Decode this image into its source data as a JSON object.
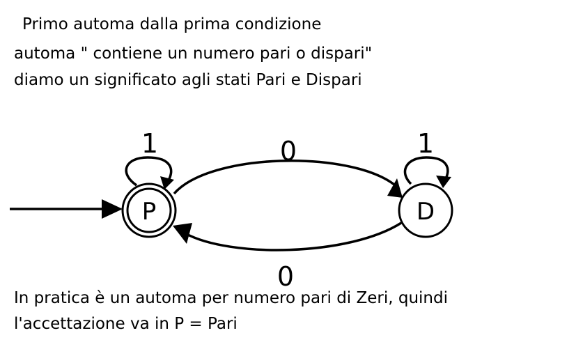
{
  "text": {
    "title": "Primo automa dalla prima condizione",
    "line1": "automa \" contiene un numero pari o dispari\"",
    "line2": "diamo un significato agli stati  Pari e Dispari",
    "footer_line1": "In pratica è un automa per numero pari di Zeri, quindi",
    "footer_line2": "l'accettazione va in P = Pari"
  },
  "automaton": {
    "states": [
      {
        "id": "P",
        "label": "P",
        "accepting": true,
        "initial": true
      },
      {
        "id": "D",
        "label": "D",
        "accepting": false,
        "initial": false
      }
    ],
    "transitions": [
      {
        "from": "P",
        "to": "P",
        "symbol": "1"
      },
      {
        "from": "P",
        "to": "D",
        "symbol": "0"
      },
      {
        "from": "D",
        "to": "D",
        "symbol": "1"
      },
      {
        "from": "D",
        "to": "P",
        "symbol": "0"
      }
    ]
  },
  "colors": {
    "ink": "#000000",
    "background": "#ffffff"
  }
}
